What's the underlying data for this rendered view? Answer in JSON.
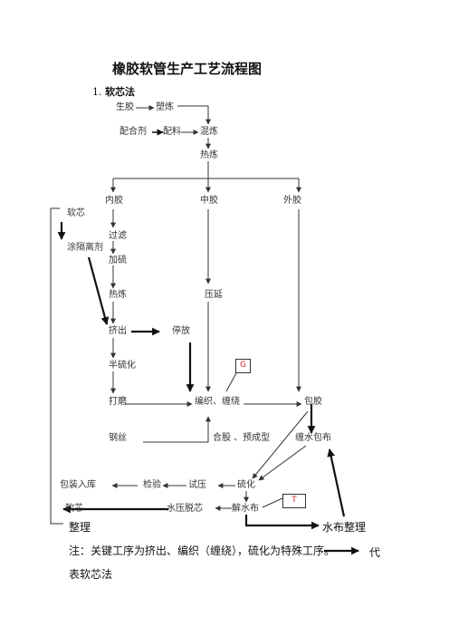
{
  "title": "橡胶软管生产工艺流程图",
  "section": {
    "number": "1.",
    "name": "软芯法"
  },
  "nodes": {
    "raw_rubber": "生胶",
    "plasticating": "塑炼",
    "compounding_agent": "配合剂",
    "batching": "配料",
    "mixing": "混炼",
    "warming": "热炼",
    "inner_rubber": "内胶",
    "middle_rubber": "中胶",
    "outer_rubber": "外胶",
    "soft_core": "软芯",
    "filtering": "过滤",
    "release_agent": "涂隔离剂",
    "vulcanizing_agent": "加硫",
    "warm_milling": "热炼",
    "calendering": "压延",
    "extrusion": "挤出",
    "parking": "停放",
    "semi_vulcanization": "半硫化",
    "grinding": "打磨",
    "braiding_winding": "编织、缠绕",
    "covering": "包胶",
    "steel_wire": "钢丝",
    "assembly_preforming": "合股 、预成型",
    "wrap_water_cloth": "缠水包布",
    "packing": "包装入库",
    "inspection": "检验",
    "pressure_test": "试压",
    "vulcanization": "硫化",
    "soft_core_2": "软芯",
    "hydraulic_core_removal": "水压脱芯",
    "unwrap_water_cloth": "解水布",
    "arrange": "整理",
    "water_cloth_arrange": "水布整理"
  },
  "markers": {
    "g": "G",
    "t": "T"
  },
  "note": {
    "line1": "注：关键工序为挤出、编织（缠绕），硫化为特殊工序。",
    "line1_tail": "代",
    "line2": "表软芯法"
  },
  "colors": {
    "marker_text": "#e02020",
    "line": "#333333"
  }
}
